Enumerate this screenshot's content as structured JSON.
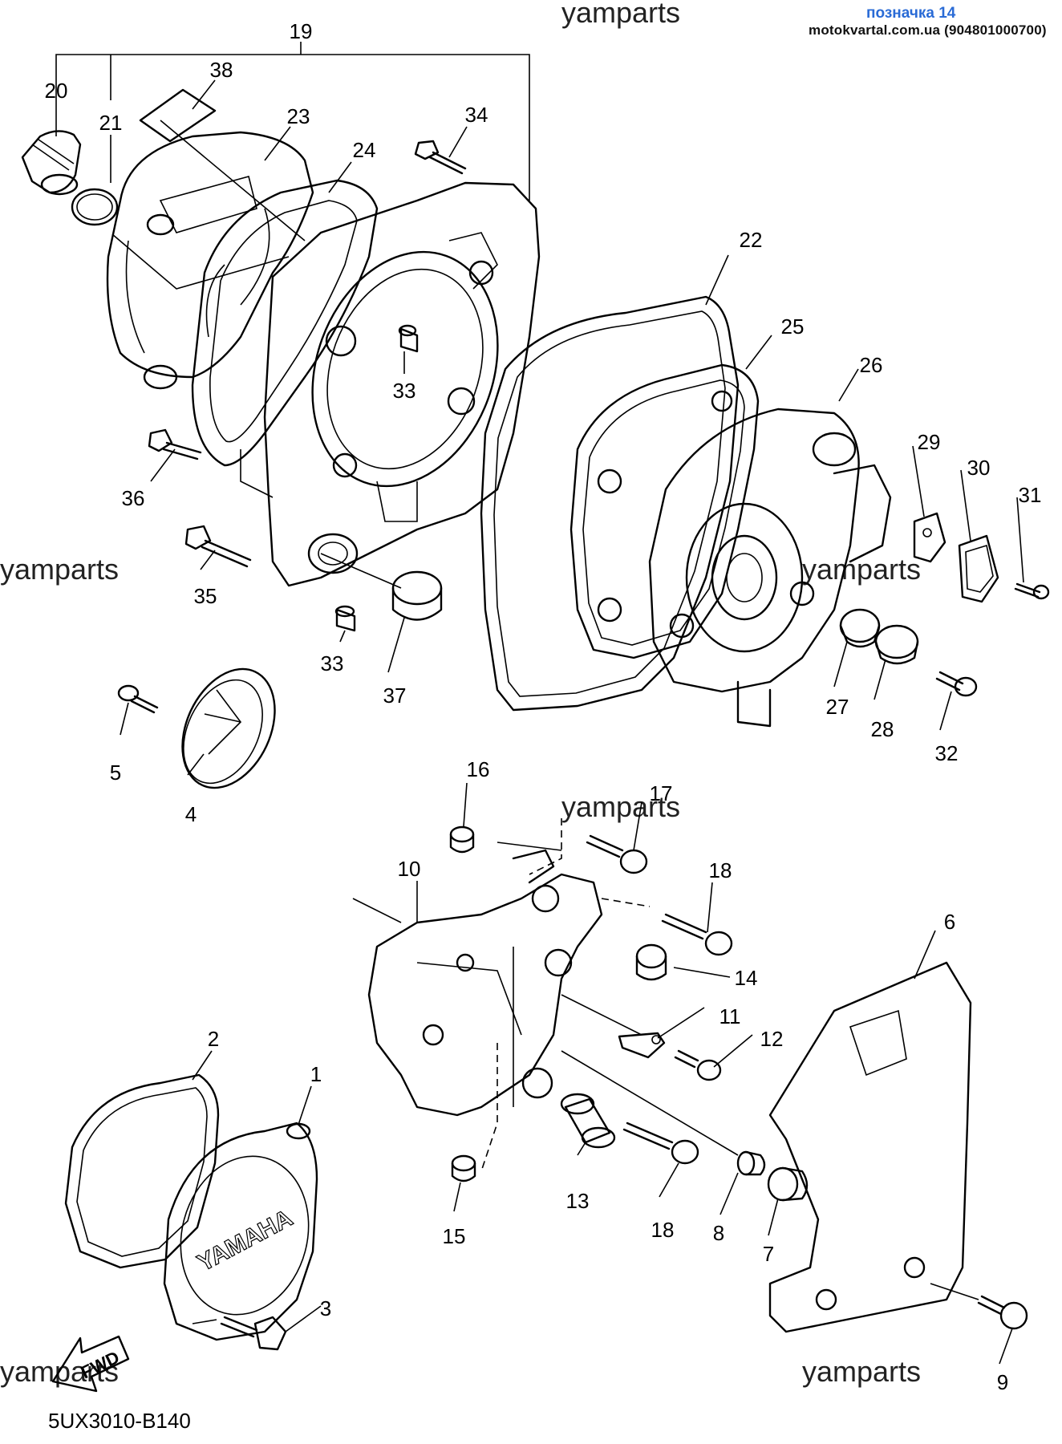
{
  "header": {
    "title": "позначка 14",
    "site": "motokvartal.com.ua (904801000700)"
  },
  "watermark": "yamparts",
  "diagram_code": "5UX3010-B140",
  "fwd_label": "FWD",
  "brand_mark": "YAMAHA",
  "callouts": {
    "c1": "1",
    "c2": "2",
    "c3": "3",
    "c4": "4",
    "c5": "5",
    "c6": "6",
    "c7": "7",
    "c8": "8",
    "c9": "9",
    "c10": "10",
    "c11": "11",
    "c12": "12",
    "c13": "13",
    "c14": "14",
    "c15": "15",
    "c16": "16",
    "c17": "17",
    "c18a": "18",
    "c18b": "18",
    "c19": "19",
    "c20": "20",
    "c21": "21",
    "c22": "22",
    "c23": "23",
    "c24": "24",
    "c25": "25",
    "c26": "26",
    "c27": "27",
    "c28": "28",
    "c29": "29",
    "c30": "30",
    "c31": "31",
    "c32": "32",
    "c33a": "33",
    "c33b": "33",
    "c34": "34",
    "c35": "35",
    "c36": "36",
    "c37": "37",
    "c38": "38"
  }
}
